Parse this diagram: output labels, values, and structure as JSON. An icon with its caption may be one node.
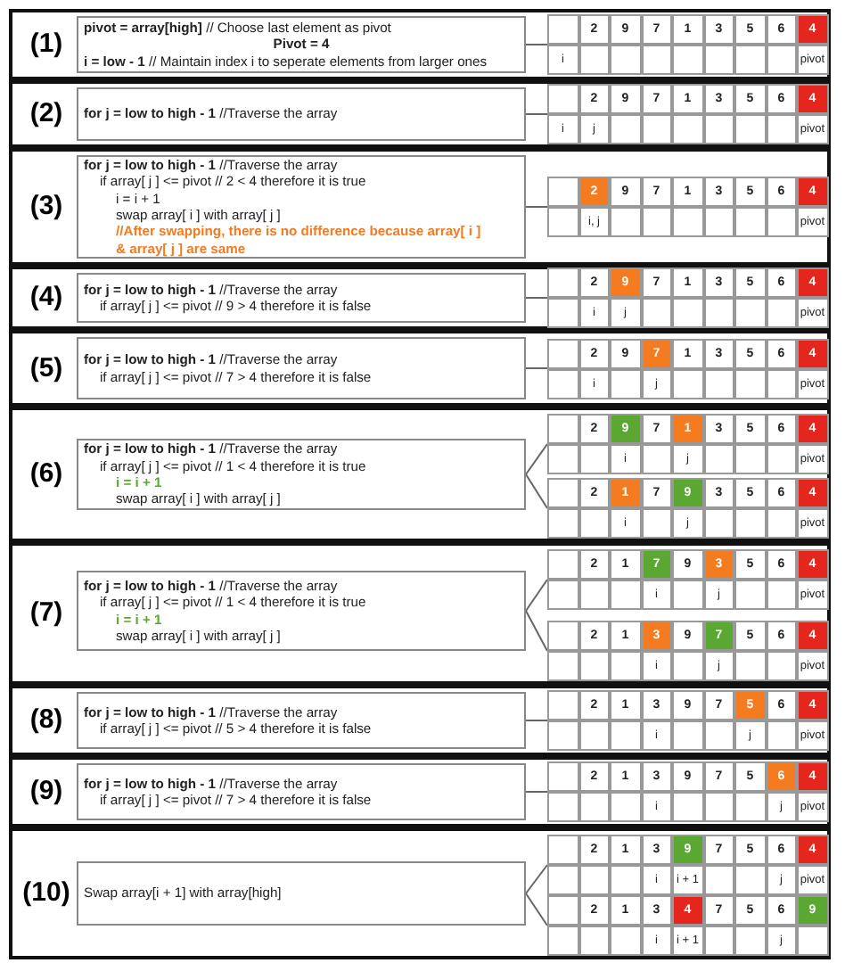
{
  "diagram": {
    "nodes": [
      {
        "text": [
          "(1)"
        ]
      },
      {
        "text": [
          "**pivot = array[high]** // Choose last element as pivot",
          "Pivot = 4",
          "**i = low - 1** // Maintain index i to seperate elements from larger ones"
        ],
        "in": 0
      },
      {
        "text": [
          "2",
          "9",
          "7",
          "1",
          "3",
          "5",
          "6",
          "4",
          "i",
          "pivot"
        ],
        "in": 0
      },
      {
        "text": [
          "(2)"
        ]
      },
      {
        "text": [
          "**for j = low to high - 1** //Traverse the array"
        ],
        "in": 3
      },
      {
        "text": [
          "2",
          "9",
          "7",
          "1",
          "3",
          "5",
          "6",
          "4",
          "i",
          "j",
          "pivot"
        ],
        "in": 3
      },
      {
        "text": [
          "(3)"
        ]
      },
      {
        "text": [
          "**for j = low to high - 1** //Traverse the array",
          "if array[ j ] <= pivot // 2 < 4 therefore it is true",
          "i = i + 1",
          "swap array[ i ] with array[ j ]",
          "//After swapping, there is no difference because array[ i ] & array[ j ] are same"
        ],
        "in": 6
      },
      {
        "text": [
          "2",
          "9",
          "7",
          "1",
          "3",
          "5",
          "6",
          "4",
          "i, j",
          "pivot"
        ],
        "in": 6
      },
      {
        "text": [
          "(4)"
        ]
      },
      {
        "text": [
          "**for j = low to high - 1** //Traverse the array",
          "if array[ j ] <= pivot // 9 > 4 therefore it is false"
        ],
        "in": 9
      },
      {
        "text": [
          "2",
          "9",
          "7",
          "1",
          "3",
          "5",
          "6",
          "4",
          "i",
          "j",
          "pivot"
        ],
        "in": 9
      },
      {
        "text": [
          "(5)"
        ]
      },
      {
        "text": [
          "**for j = low to high - 1** //Traverse the array",
          "if array[ j ] <= pivot // 7 > 4 therefore it is false"
        ],
        "in": 12
      },
      {
        "text": [
          "2",
          "9",
          "7",
          "1",
          "3",
          "5",
          "6",
          "4",
          "i",
          "j",
          "pivot"
        ],
        "in": 12
      },
      {
        "text": [
          "(6)"
        ]
      },
      {
        "text": [
          "**for j = low to high - 1** //Traverse the array",
          "if array[ j ] <= pivot // 1 < 4 therefore it is true",
          "i = i + 1",
          "swap array[ i ] with array[ j ]"
        ],
        "in": 15
      },
      {
        "text": [
          "2",
          "9",
          "7",
          "1",
          "3",
          "5",
          "6",
          "4",
          "i",
          "j",
          "pivot"
        ],
        "in": 15
      },
      {
        "text": [
          "2",
          "1",
          "7",
          "9",
          "3",
          "5",
          "6",
          "4",
          "i",
          "j",
          "pivot"
        ],
        "in": 15
      },
      {
        "text": [
          "(7)"
        ]
      },
      {
        "text": [
          "**for j = low to high - 1** //Traverse the array",
          "if array[ j ] <= pivot // 1 < 4 therefore it is true",
          "i = i + 1",
          "swap array[ i ] with array[ j ]"
        ],
        "in": 19
      },
      {
        "text": [
          "2",
          "1",
          "7",
          "9",
          "3",
          "5",
          "6",
          "4",
          "i",
          "j",
          "pivot"
        ],
        "in": 19
      },
      {
        "text": [
          "2",
          "1",
          "3",
          "9",
          "7",
          "5",
          "6",
          "4",
          "i",
          "j",
          "pivot"
        ],
        "in": 19
      },
      {
        "text": [
          "(8)"
        ]
      },
      {
        "text": [
          "**for j = low to high - 1** //Traverse the array",
          "if array[ j ] <= pivot // 5 > 4 therefore it is false"
        ],
        "in": 23
      },
      {
        "text": [
          "2",
          "1",
          "3",
          "9",
          "7",
          "5",
          "6",
          "4",
          "i",
          "j",
          "pivot"
        ],
        "in": 23
      },
      {
        "text": [
          "(9)"
        ]
      },
      {
        "text": [
          "**for j = low to high - 1** //Traverse the array",
          "if array[ j ] <= pivot // 7 > 4 therefore it is false"
        ],
        "in": 26
      },
      {
        "text": [
          "2",
          "1",
          "3",
          "9",
          "7",
          "5",
          "6",
          "4",
          "i",
          "j",
          "pivot"
        ],
        "in": 26
      },
      {
        "text": [
          "(10)"
        ]
      },
      {
        "text": [
          "Swap array[i + 1] with array[high]"
        ],
        "in": 29
      },
      {
        "text": [
          "2",
          "1",
          "3",
          "9",
          "7",
          "5",
          "6",
          "4",
          "i",
          "i + 1",
          "j",
          "pivot"
        ],
        "in": 29
      },
      {
        "text": [
          "2",
          "1",
          "3",
          "4",
          "7",
          "5",
          "6",
          "9",
          "i",
          "i + 1",
          "j"
        ],
        "in": 29
      }
    ],
    "edges": [
      {
        "from": 1,
        "to": 2,
        "arrow": "none"
      },
      {
        "from": 4,
        "to": 5,
        "arrow": "none"
      },
      {
        "from": 7,
        "to": 8,
        "arrow": "none"
      },
      {
        "from": 10,
        "to": 11,
        "arrow": "none"
      },
      {
        "from": 13,
        "to": 14,
        "arrow": "none"
      },
      {
        "from": 16,
        "to": 17,
        "arrow": "none"
      },
      {
        "from": 16,
        "to": 18,
        "arrow": "none"
      },
      {
        "from": 20,
        "to": 21,
        "arrow": "none"
      },
      {
        "from": 20,
        "to": 22,
        "arrow": "none"
      },
      {
        "from": 24,
        "to": 25,
        "arrow": "none"
      },
      {
        "from": 27,
        "to": 28,
        "arrow": "none"
      },
      {
        "from": 30,
        "to": 31,
        "arrow": "none"
      },
      {
        "from": 30,
        "to": 32,
        "arrow": "none"
      }
    ]
  }
}
